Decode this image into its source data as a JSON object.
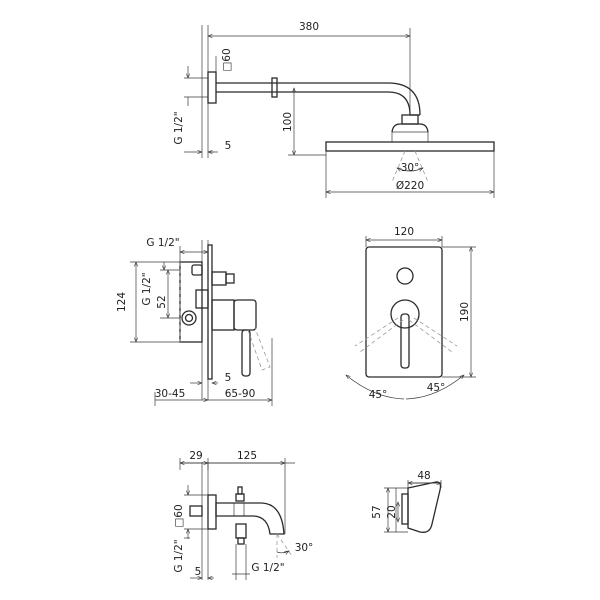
{
  "colors": {
    "line": "#2a2a2a",
    "dim": "#3a3a3a",
    "hidden": "#9a9a9a",
    "background": "#ffffff"
  },
  "shower_head": {
    "arm_length": "380",
    "flange_size": "□60",
    "arm_height": "100",
    "thread": "G 1/2\"",
    "wall_offset": "5",
    "spray_angle": "30°",
    "head_diameter": "Ø220"
  },
  "mixer_side": {
    "thread_top": "G 1/2\"",
    "thread_side": "G 1/2\"",
    "body_height": "124",
    "inlet_spacing": "52",
    "plate_thickness": "5",
    "wall_depth": "30-45",
    "projection": "65-90"
  },
  "mixer_front": {
    "plate_width": "120",
    "plate_height": "190",
    "angle_left": "45°",
    "angle_right": "45°"
  },
  "spout": {
    "flange_depth": "29",
    "spout_length": "125",
    "flange_size": "□60",
    "thread_bottom": "G 1/2\"",
    "thread_side": "G 1/2\"",
    "wall_offset": "5",
    "angle": "30°"
  },
  "holder": {
    "depth": "48",
    "height": "57",
    "inner": "20"
  }
}
